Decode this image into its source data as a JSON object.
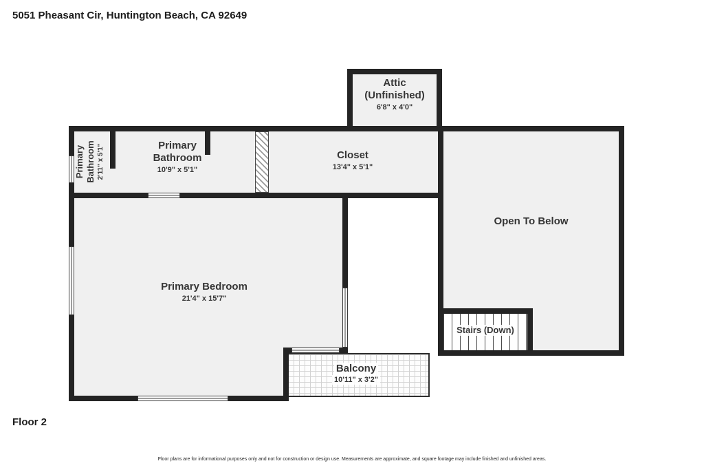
{
  "header": {
    "address": "5051 Pheasant Cir, Huntington Beach, CA 92649"
  },
  "floor_label": "Floor 2",
  "disclaimer": "Floor plans are for informational purposes only and not for construction or design use. Measurements are approximate, and square footage may include finished and unfinished areas.",
  "rooms": {
    "attic": {
      "name": "Attic",
      "qualifier": "(Unfinished)",
      "dims": "6'8\" x 4'0\""
    },
    "primary_bathroom_small": {
      "name": "Primary Bathroom",
      "dims": "2'11\" x 5'1\""
    },
    "primary_bathroom": {
      "name": "Primary Bathroom",
      "dims": "10'9\" x 5'1\""
    },
    "closet": {
      "name": "Closet",
      "dims": "13'4\" x 5'1\""
    },
    "open_to_below": {
      "name": "Open To Below"
    },
    "primary_bedroom": {
      "name": "Primary Bedroom",
      "dims": "21'4\" x 15'7\""
    },
    "stairs": {
      "name": "Stairs (Down)"
    },
    "balcony": {
      "name": "Balcony",
      "dims": "10'11\" x 3'2\""
    }
  },
  "colors": {
    "wall": "#242424",
    "floor": "#f0f0f0",
    "text": "#363636"
  }
}
